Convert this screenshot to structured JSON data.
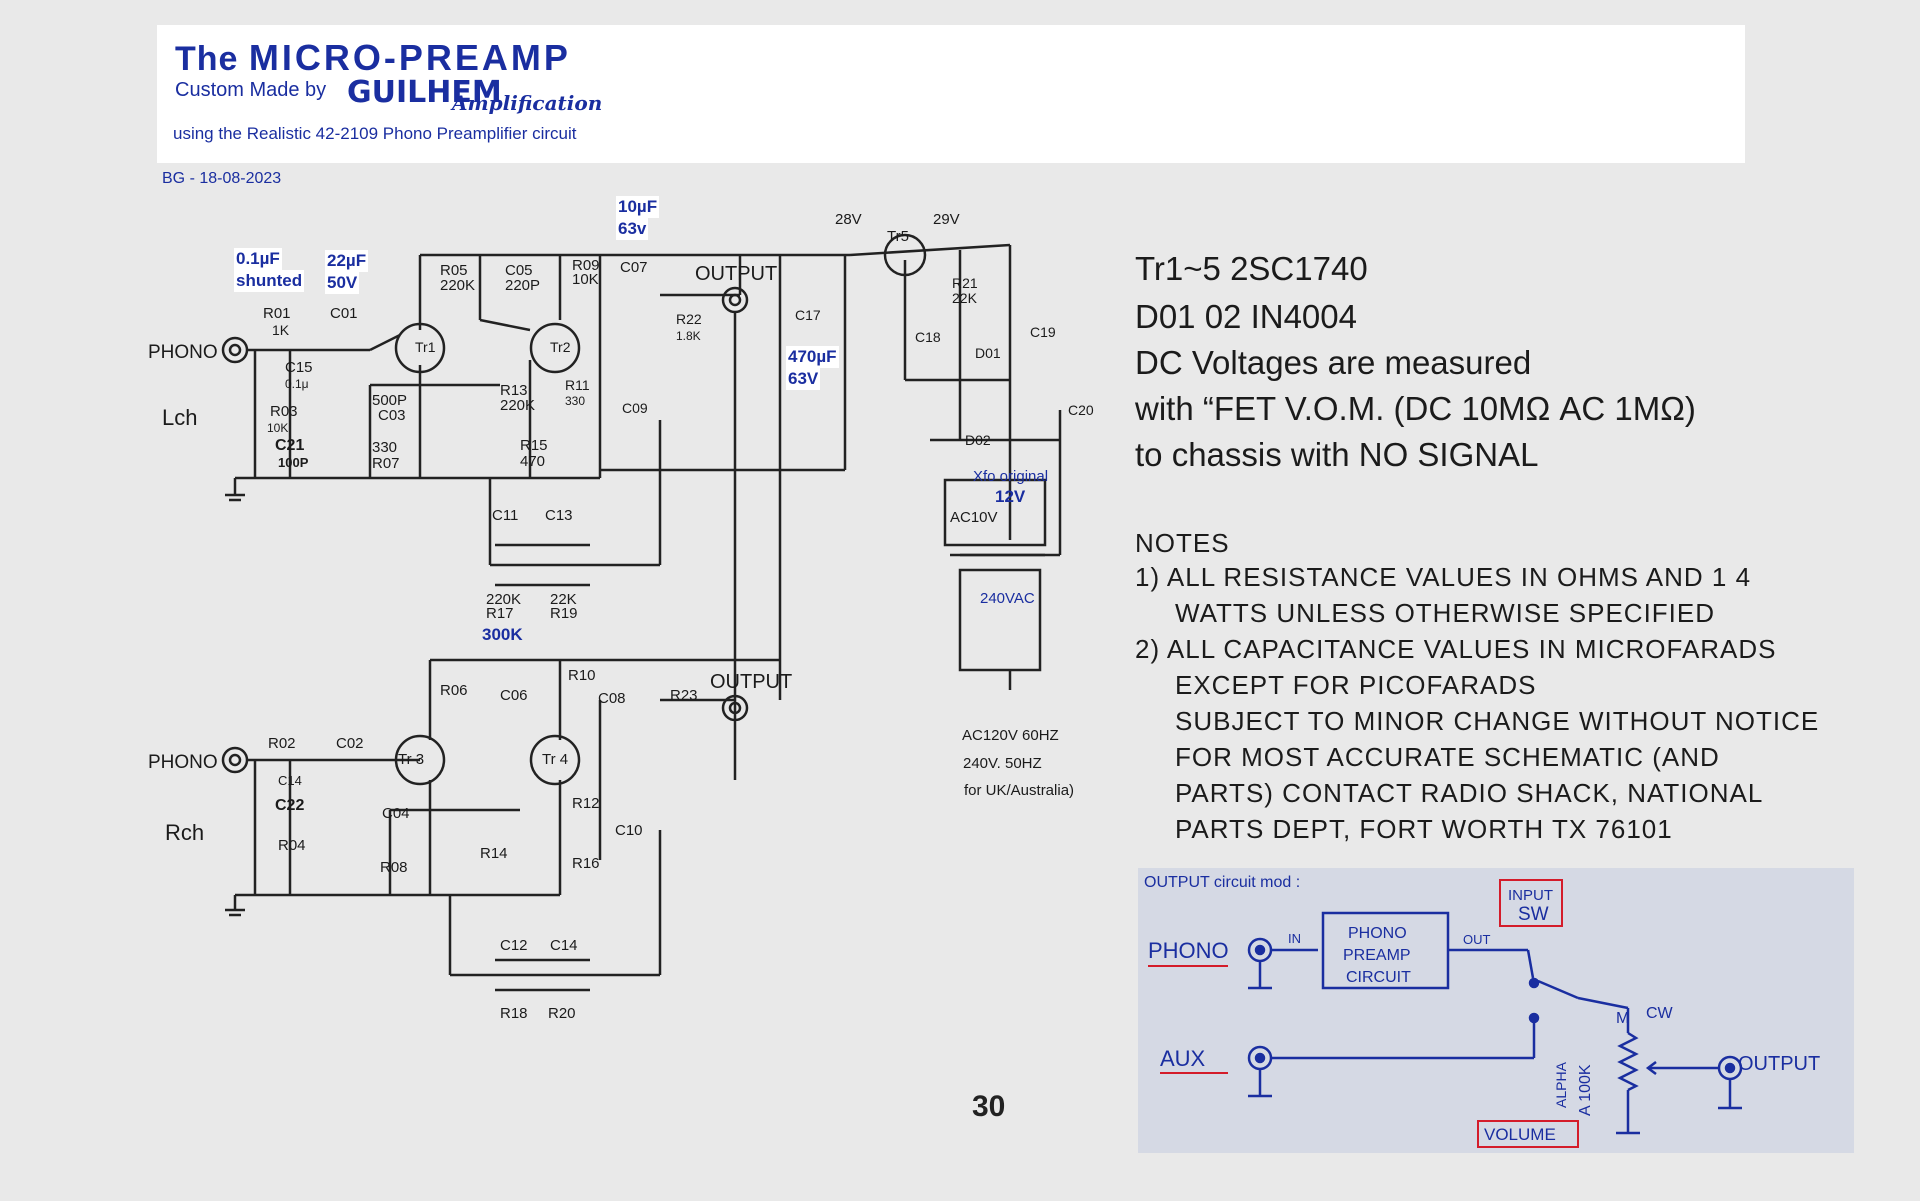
{
  "header": {
    "title_the": "The",
    "title_main": "MICRO-PREAMP",
    "custom_made_by": "Custom Made by",
    "brand": "GUILHEM",
    "brand_sub": "Amplification",
    "using": "using the Realistic 42-2109 Phono Preamplifier circuit"
  },
  "date_line": "BG  -  18-08-2023",
  "annotations": {
    "c15_value": "0.1µF",
    "c15_note": "shunted",
    "c01_value": "22µF",
    "c01_volt": "50V",
    "c07_value": "10µF",
    "c07_volt": "63v",
    "c17_value": "470µF",
    "c17_volt": "63V",
    "r17_value": "300K",
    "xfo_label": "Xfo original",
    "xfo_volt": "12V",
    "primary": "240VAC"
  },
  "schematic": {
    "phono_l": "PHONO",
    "lch": "Lch",
    "phono_r": "PHONO",
    "rch": "Rch",
    "output_top": "OUTPUT",
    "output_bottom": "OUTPUT",
    "v28": "28V",
    "v29": "29V",
    "tr5": "Tr5",
    "r01": "R01",
    "r01v": "1K",
    "c15": "C15",
    "c15v": "0.1μ",
    "co1": "C01",
    "r03": "R03",
    "r03v": "10K",
    "c21": "C21",
    "c21v": "100P",
    "r05": "R05",
    "r05v": "220K",
    "c05": "C05",
    "c05v": "220P",
    "r09": "R09",
    "r09v": "10K",
    "c07": "C07",
    "r22": "R22",
    "r22v": "1.8K",
    "tr1": "Tr1",
    "tr2": "Tr2",
    "r13": "R13",
    "r13v": "220K",
    "r11": "R11",
    "r11v": "330",
    "c09": "C09",
    "c03": "C03",
    "c03v": "500P",
    "r07": "R07",
    "r07v": "330",
    "r15": "R15",
    "r15v": "470",
    "c11": "C11",
    "c13": "C13",
    "r17": "R17",
    "r17v": "220K",
    "r19": "R19",
    "r19v": "22K",
    "r06": "R06",
    "c06": "C06",
    "r10": "R10",
    "c08": "C08",
    "r23": "R23",
    "r02": "R02",
    "c02": "C02",
    "c14": "C14",
    "c22": "C22",
    "r04": "R04",
    "tr3": "Tr 3",
    "tr4": "Tr 4",
    "c04": "C04",
    "r12": "R12",
    "c10": "C10",
    "r14": "R14",
    "r16": "R16",
    "r08": "R08",
    "c12": "C12",
    "c14b": "C14",
    "r18": "R18",
    "r20": "R20",
    "c17": "C17",
    "c18": "C18",
    "c19": "C19",
    "c20": "C20",
    "r21": "R21",
    "r21v": "22K",
    "d01": "D01",
    "d02": "D02",
    "ac10v": "AC10V",
    "ac_mains_1": "AC120V 60HZ",
    "ac_mains_2": "240V. 50HZ",
    "ac_mains_3": "for UK/Australia)"
  },
  "notes": {
    "line1": "Tr1~5  2SC1740",
    "line2": "D01 02   IN4004",
    "line3": "DC Voltages are measured",
    "line4": "with “FET V.O.M. (DC 10MΩ AC 1MΩ)",
    "line5": "to chassis with NO SIGNAL",
    "heading": "NOTES",
    "n1a": "1) ALL RESISTANCE VALUES IN OHMS AND 1 4",
    "n1b": "WATTS UNLESS OTHERWISE SPECIFIED",
    "n2a": "2) ALL CAPACITANCE VALUES IN MICROFARADS",
    "n2b": "EXCEPT FOR PICOFARADS",
    "n3": "SUBJECT TO MINOR CHANGE WITHOUT NOTICE",
    "n4": "FOR  MOST  ACCURATE  SCHEMATIC  (AND",
    "n5": "PARTS)  CONTACT RADIO SHACK, NATIONAL",
    "n6": "PARTS DEPT, FORT WORTH TX 76101"
  },
  "mod": {
    "title": "OUTPUT circuit mod :",
    "phono": "PHONO",
    "in": "IN",
    "out": "OUT",
    "box1": "PHONO",
    "box2": "PREAMP",
    "box3": "CIRCUIT",
    "input_sw_1": "INPUT",
    "input_sw_2": "SW",
    "aux": "AUX",
    "alpha": "ALPHA",
    "a100k": "A 100K",
    "m": "M",
    "cw": "CW",
    "output": "OUTPUT",
    "volume": "VOLUME"
  },
  "page_number": "30"
}
